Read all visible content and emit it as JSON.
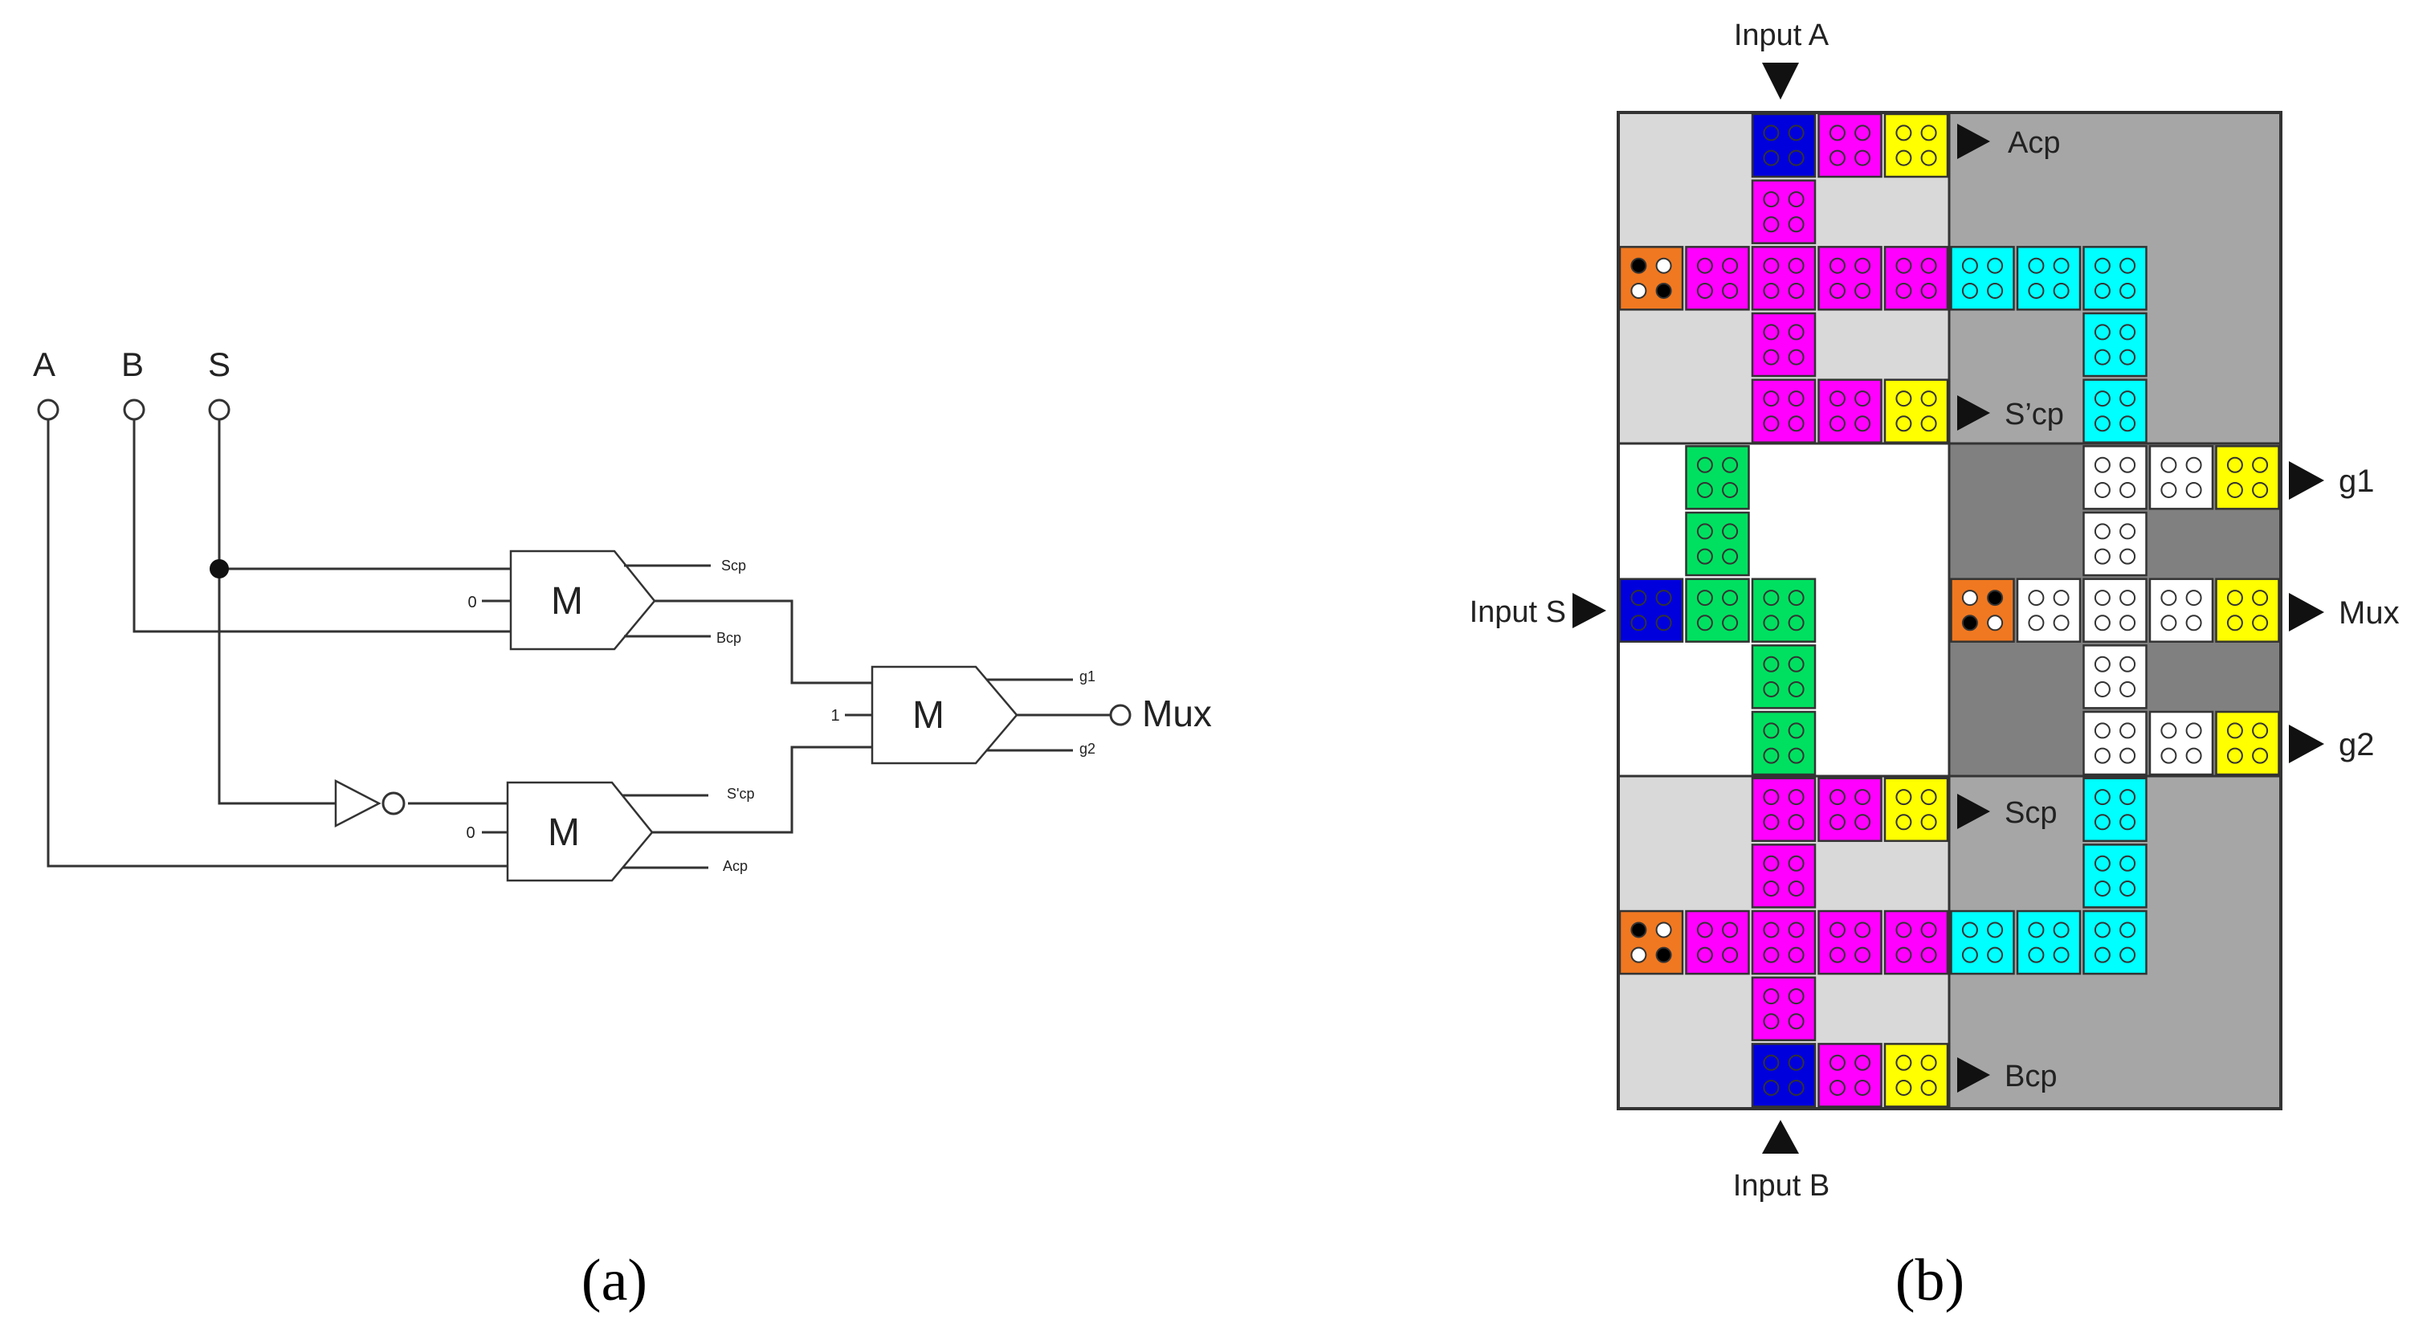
{
  "panel_a": {
    "caption": "(a)",
    "inputs": [
      "A",
      "B",
      "S"
    ],
    "gate_label": "M",
    "const_zero": "0",
    "const_one": "1",
    "top_gate_out_up": "Scp",
    "top_gate_out_down": "Bcp",
    "bottom_gate_out_up": "S'cp",
    "bottom_gate_out_down": "Acp",
    "final_out_up": "g1",
    "final_out_down": "g2",
    "output": "Mux"
  },
  "panel_b": {
    "caption": "(b)",
    "input_a": "Input A",
    "input_b": "Input B",
    "input_s": "Input S",
    "out_acp": "Acp",
    "out_s_cp": "S’cp",
    "out_scp": "Scp",
    "out_bcp": "Bcp",
    "out_g1": "g1",
    "out_mux": "Mux",
    "out_g2": "g2",
    "colors": {
      "blue": "#0000dd",
      "magenta": "#ff00ff",
      "yellow": "#ffff00",
      "orange": "#f07820",
      "cyan": "#00ffff",
      "green": "#00e060",
      "white": "#ffffff",
      "region_light": "#d9d9d9",
      "region_mid": "#a6a6a6",
      "region_dark": "#808080"
    },
    "cells": [
      {
        "r": 0,
        "c": 2,
        "k": "blue"
      },
      {
        "r": 0,
        "c": 3,
        "k": "magenta"
      },
      {
        "r": 0,
        "c": 4,
        "k": "yellow"
      },
      {
        "r": 1,
        "c": 2,
        "k": "magenta"
      },
      {
        "r": 2,
        "c": 0,
        "k": "orange",
        "p": [
          1,
          0,
          0,
          1
        ]
      },
      {
        "r": 2,
        "c": 1,
        "k": "magenta"
      },
      {
        "r": 2,
        "c": 2,
        "k": "magenta"
      },
      {
        "r": 2,
        "c": 3,
        "k": "magenta"
      },
      {
        "r": 2,
        "c": 4,
        "k": "magenta"
      },
      {
        "r": 2,
        "c": 5,
        "k": "cyan"
      },
      {
        "r": 2,
        "c": 6,
        "k": "cyan"
      },
      {
        "r": 2,
        "c": 7,
        "k": "cyan"
      },
      {
        "r": 3,
        "c": 2,
        "k": "magenta"
      },
      {
        "r": 3,
        "c": 7,
        "k": "cyan"
      },
      {
        "r": 4,
        "c": 2,
        "k": "magenta"
      },
      {
        "r": 4,
        "c": 3,
        "k": "magenta"
      },
      {
        "r": 4,
        "c": 4,
        "k": "yellow"
      },
      {
        "r": 4,
        "c": 7,
        "k": "cyan"
      },
      {
        "r": 5,
        "c": 1,
        "k": "green"
      },
      {
        "r": 5,
        "c": 7,
        "k": "white"
      },
      {
        "r": 5,
        "c": 8,
        "k": "white"
      },
      {
        "r": 5,
        "c": 9,
        "k": "yellow"
      },
      {
        "r": 6,
        "c": 1,
        "k": "green"
      },
      {
        "r": 6,
        "c": 7,
        "k": "white"
      },
      {
        "r": 7,
        "c": 0,
        "k": "blue"
      },
      {
        "r": 7,
        "c": 1,
        "k": "green"
      },
      {
        "r": 7,
        "c": 2,
        "k": "green"
      },
      {
        "r": 7,
        "c": 5,
        "k": "orange",
        "p": [
          0,
          1,
          1,
          0
        ]
      },
      {
        "r": 7,
        "c": 6,
        "k": "white"
      },
      {
        "r": 7,
        "c": 7,
        "k": "white"
      },
      {
        "r": 7,
        "c": 8,
        "k": "white"
      },
      {
        "r": 7,
        "c": 9,
        "k": "yellow"
      },
      {
        "r": 8,
        "c": 2,
        "k": "green"
      },
      {
        "r": 8,
        "c": 7,
        "k": "white"
      },
      {
        "r": 9,
        "c": 2,
        "k": "green"
      },
      {
        "r": 9,
        "c": 7,
        "k": "white"
      },
      {
        "r": 9,
        "c": 8,
        "k": "white"
      },
      {
        "r": 9,
        "c": 9,
        "k": "yellow"
      },
      {
        "r": 10,
        "c": 2,
        "k": "magenta"
      },
      {
        "r": 10,
        "c": 3,
        "k": "magenta"
      },
      {
        "r": 10,
        "c": 4,
        "k": "yellow"
      },
      {
        "r": 10,
        "c": 7,
        "k": "cyan"
      },
      {
        "r": 11,
        "c": 2,
        "k": "magenta"
      },
      {
        "r": 11,
        "c": 7,
        "k": "cyan"
      },
      {
        "r": 12,
        "c": 0,
        "k": "orange",
        "p": [
          1,
          0,
          0,
          1
        ]
      },
      {
        "r": 12,
        "c": 1,
        "k": "magenta"
      },
      {
        "r": 12,
        "c": 2,
        "k": "magenta"
      },
      {
        "r": 12,
        "c": 3,
        "k": "magenta"
      },
      {
        "r": 12,
        "c": 4,
        "k": "magenta"
      },
      {
        "r": 12,
        "c": 5,
        "k": "cyan"
      },
      {
        "r": 12,
        "c": 6,
        "k": "cyan"
      },
      {
        "r": 12,
        "c": 7,
        "k": "cyan"
      },
      {
        "r": 13,
        "c": 2,
        "k": "magenta"
      },
      {
        "r": 14,
        "c": 2,
        "k": "blue"
      },
      {
        "r": 14,
        "c": 3,
        "k": "magenta"
      },
      {
        "r": 14,
        "c": 4,
        "k": "yellow"
      }
    ]
  }
}
